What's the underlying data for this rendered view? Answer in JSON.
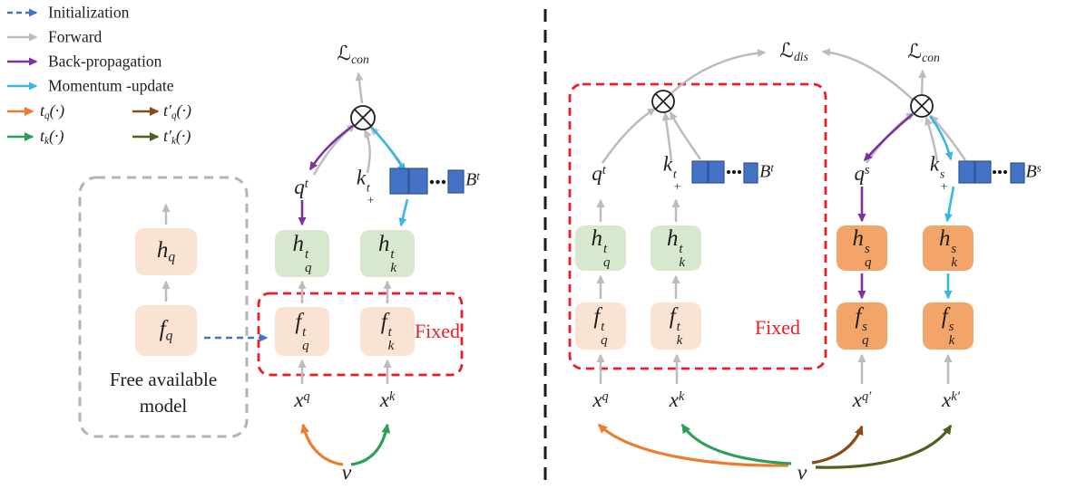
{
  "legend": {
    "items": [
      {
        "label": "Initialization",
        "color": "#4472c4",
        "line_style": "dashed"
      },
      {
        "label": "Forward",
        "color": "#bcbcbc",
        "line_style": "solid"
      },
      {
        "label": "Back-propagation",
        "color": "#7d30a0",
        "line_style": "solid"
      },
      {
        "label": "Momentum -update",
        "color": "#38b6ea",
        "line_style": "solid"
      }
    ],
    "aug": [
      {
        "math": [
          [
            "t",
            "n"
          ],
          [
            "q",
            "sub"
          ],
          [
            "(·)",
            "n"
          ]
        ],
        "color": "#ee7c2f"
      },
      {
        "math": [
          [
            "t′",
            "n"
          ],
          [
            "q",
            "sub"
          ],
          [
            "(·)",
            "n"
          ]
        ],
        "color": "#8a4a15"
      },
      {
        "math": [
          [
            "t",
            "n"
          ],
          [
            "k",
            "sub"
          ],
          [
            "(·)",
            "n"
          ]
        ],
        "color": "#2ba157"
      },
      {
        "math": [
          [
            "t′",
            "n"
          ],
          [
            "k",
            "sub"
          ],
          [
            "(·)",
            "n"
          ]
        ],
        "color": "#4b611c"
      }
    ]
  },
  "math": {
    "l_con": [
      [
        "ℒ",
        "n"
      ],
      [
        "con",
        "sub"
      ]
    ],
    "l_dis": [
      [
        "ℒ",
        "n"
      ],
      [
        "dis",
        "sub"
      ]
    ],
    "q_t": [
      [
        "q",
        "n"
      ],
      [
        "t",
        "sup"
      ]
    ],
    "q_s": [
      [
        "q",
        "n"
      ],
      [
        "s",
        "sup"
      ]
    ],
    "k_plus_t": [
      [
        "k",
        "n"
      ],
      [
        [
          "t",
          "+"
        ],
        "stk"
      ]
    ],
    "k_plus_s": [
      [
        "k",
        "n"
      ],
      [
        [
          "s",
          "+"
        ],
        "stk"
      ]
    ],
    "b_t": [
      [
        "B",
        "n"
      ],
      [
        "t",
        "sup"
      ]
    ],
    "b_s": [
      [
        "B",
        "n"
      ],
      [
        "s",
        "sup"
      ]
    ],
    "h_q": [
      [
        "h",
        "n"
      ],
      [
        "q",
        "sub"
      ]
    ],
    "f_q": [
      [
        "f",
        "n"
      ],
      [
        "q",
        "sub"
      ]
    ],
    "h_q_t": [
      [
        "h",
        "n"
      ],
      [
        [
          "t",
          "q"
        ],
        "stk"
      ]
    ],
    "h_k_t": [
      [
        "h",
        "n"
      ],
      [
        [
          "t",
          "k"
        ],
        "stk"
      ]
    ],
    "f_q_t": [
      [
        "f",
        "n"
      ],
      [
        [
          "t",
          "q"
        ],
        "stk"
      ]
    ],
    "f_k_t": [
      [
        "f",
        "n"
      ],
      [
        [
          "t",
          "k"
        ],
        "stk"
      ]
    ],
    "h_q_s": [
      [
        "h",
        "n"
      ],
      [
        [
          "s",
          "q"
        ],
        "stk"
      ]
    ],
    "h_k_s": [
      [
        "h",
        "n"
      ],
      [
        [
          "s",
          "k"
        ],
        "stk"
      ]
    ],
    "f_q_s": [
      [
        "f",
        "n"
      ],
      [
        [
          "s",
          "q"
        ],
        "stk"
      ]
    ],
    "f_k_s": [
      [
        "f",
        "n"
      ],
      [
        [
          "s",
          "k"
        ],
        "stk"
      ]
    ],
    "x_q": [
      [
        "x",
        "n"
      ],
      [
        "q",
        "sup"
      ]
    ],
    "x_k": [
      [
        "x",
        "n"
      ],
      [
        "k",
        "sup"
      ]
    ],
    "x_q_prime": [
      [
        "x",
        "n"
      ],
      [
        "q′",
        "sup"
      ]
    ],
    "x_k_prime": [
      [
        "x",
        "n"
      ],
      [
        "k′",
        "sup"
      ]
    ],
    "v": "v"
  },
  "captions": {
    "free_model": "Free available model",
    "fixed": "Fixed"
  },
  "colors": {
    "fixed_red": "#ee1b22",
    "feature_peach": "#fbe3d3",
    "head_green": "#d8e8cf",
    "student_orange": "#f3a469",
    "queue_blue": "#4472c4",
    "forward_gray": "#bcbcbc",
    "backprop_purple": "#7d30a0",
    "momentum_cyan": "#38b6ea",
    "init_blue": "#4472c4",
    "aug_orange": "#ee7c2f",
    "aug_green": "#2ba157",
    "aug_brown": "#8a4a15",
    "aug_darkgreen": "#4b611c"
  }
}
